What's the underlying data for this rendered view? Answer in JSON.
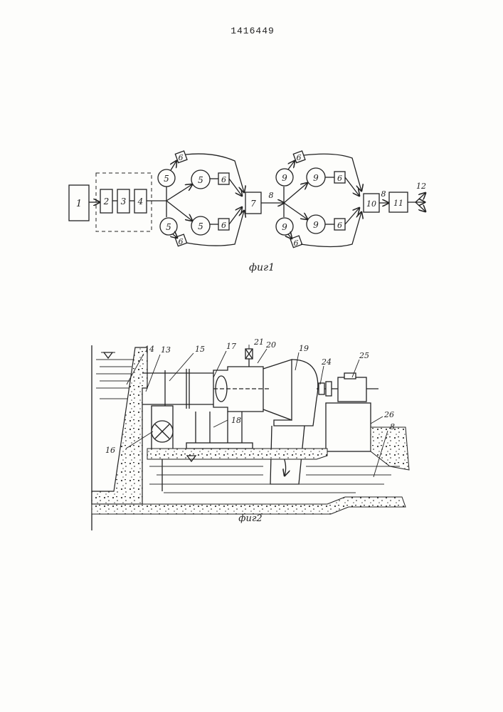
{
  "document": {
    "patent_number": "1416449"
  },
  "figure1": {
    "caption": "фиг1",
    "block_labels": {
      "b1": "1",
      "b2": "2",
      "b3": "3",
      "b4": "4",
      "c5a": "5",
      "c5b": "5",
      "c5c": "5",
      "c5d": "5",
      "d6a": "6",
      "s6a": "6",
      "s6b": "6",
      "d6b": "6",
      "b7": "7",
      "arrow8a": "8",
      "c9a": "9",
      "c9b": "9",
      "c9c": "9",
      "c9d": "9",
      "d6c": "6",
      "s6c": "6",
      "s6d": "6",
      "d6d": "6",
      "b10": "10",
      "arrow8b": "8",
      "b11": "11",
      "out12": "12"
    }
  },
  "figure2": {
    "caption": "фиг2",
    "labels": {
      "l8": "8",
      "l13": "13",
      "l14": "14",
      "l15": "15",
      "l16": "16",
      "l17": "17",
      "l18": "18",
      "l19": "19",
      "l20": "20",
      "l21": "21",
      "l24": "24",
      "l25": "25",
      "l26": "26"
    }
  }
}
